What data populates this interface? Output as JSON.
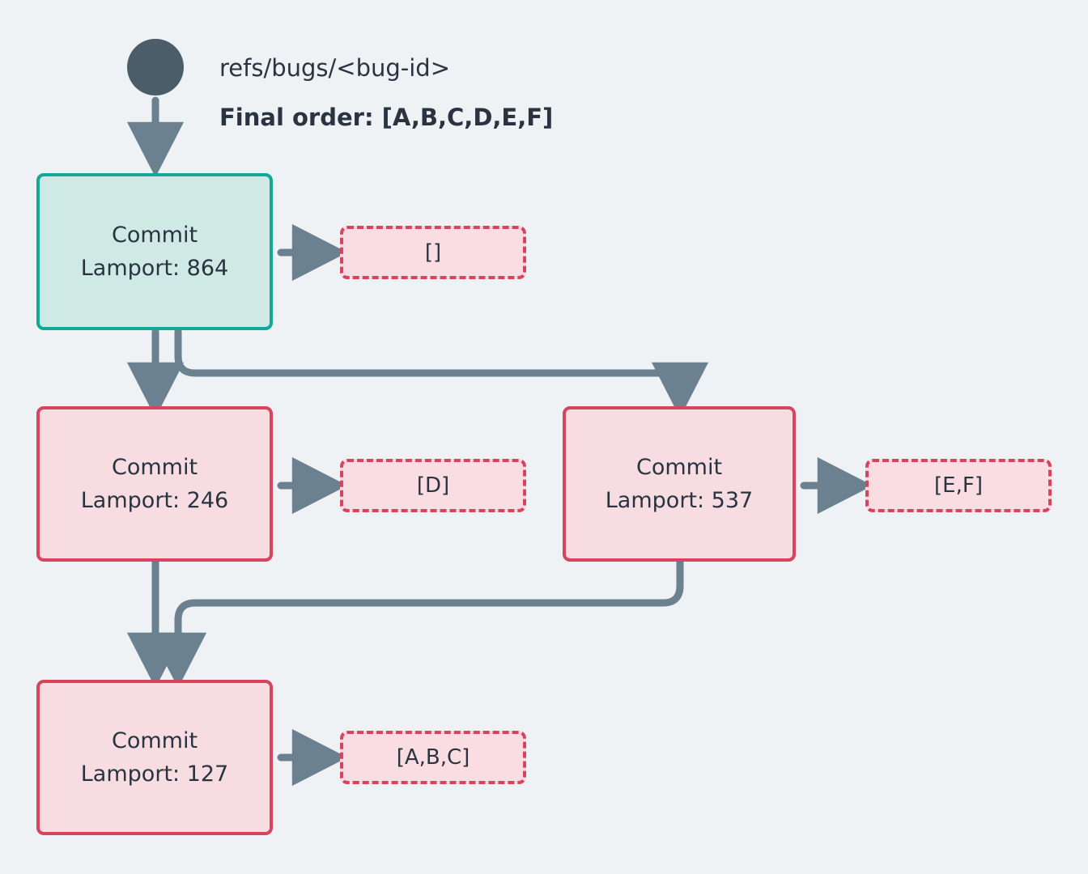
{
  "diagram": {
    "title_ref": "refs/bugs/<bug-id>",
    "final_order": "Final order: [A,B,C,D,E,F]",
    "colors": {
      "background": "#eef2f5",
      "root_fill": "#cfe9e5",
      "root_border": "#14a699",
      "commit_fill": "#f7dde2",
      "commit_border": "#d6455d",
      "tag_fill": "#f9dde2",
      "tag_border": "#d6455d",
      "edge": "#6b8190",
      "text": "#2a3441",
      "start_dot": "#4c5d6a"
    },
    "nodes": [
      {
        "id": "c864",
        "type": "root",
        "title": "Commit",
        "lamport": "Lamport: 864"
      },
      {
        "id": "c246",
        "type": "commit",
        "title": "Commit",
        "lamport": "Lamport: 246"
      },
      {
        "id": "c537",
        "type": "commit",
        "title": "Commit",
        "lamport": "Lamport: 537"
      },
      {
        "id": "c127",
        "type": "commit",
        "title": "Commit",
        "lamport": "Lamport: 127"
      }
    ],
    "tags": [
      {
        "id": "t864",
        "label": "[]"
      },
      {
        "id": "t246",
        "label": "[D]"
      },
      {
        "id": "t537",
        "label": "[E,F]"
      },
      {
        "id": "t127",
        "label": "[A,B,C]"
      }
    ]
  }
}
